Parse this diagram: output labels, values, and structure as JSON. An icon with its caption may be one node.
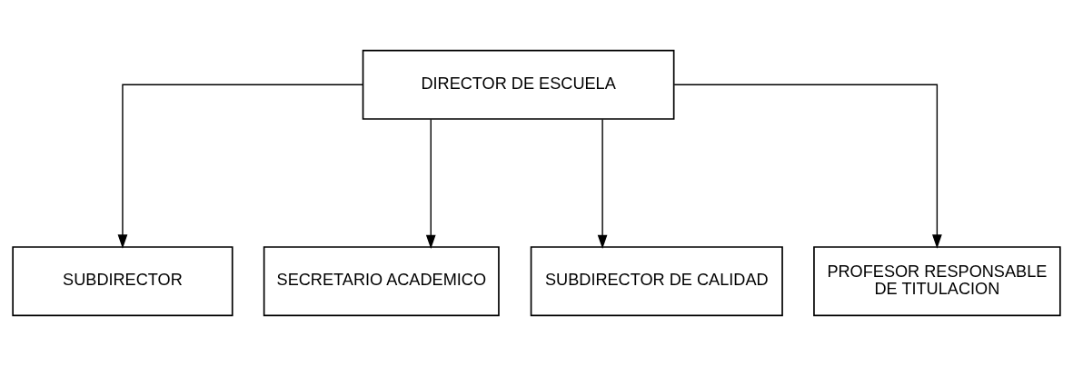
{
  "diagram": {
    "nodes": [
      {
        "text": [
          "DIRECTOR DE ESCUELA"
        ]
      },
      {
        "text": [
          "SUBDIRECTOR"
        ]
      },
      {
        "text": [
          "SECRETARIO ACADEMICO"
        ]
      },
      {
        "text": [
          "SUBDIRECTOR DE CALIDAD"
        ]
      },
      {
        "text": [
          "PROFESOR RESPONSABLE DE TITULACION"
        ]
      }
    ],
    "edges": [
      {
        "from": 0,
        "to": 1,
        "arrow": "to"
      },
      {
        "from": 0,
        "to": 2,
        "arrow": "to"
      },
      {
        "from": 0,
        "to": 3,
        "arrow": "to"
      },
      {
        "from": 0,
        "to": 4,
        "arrow": "to"
      }
    ]
  }
}
